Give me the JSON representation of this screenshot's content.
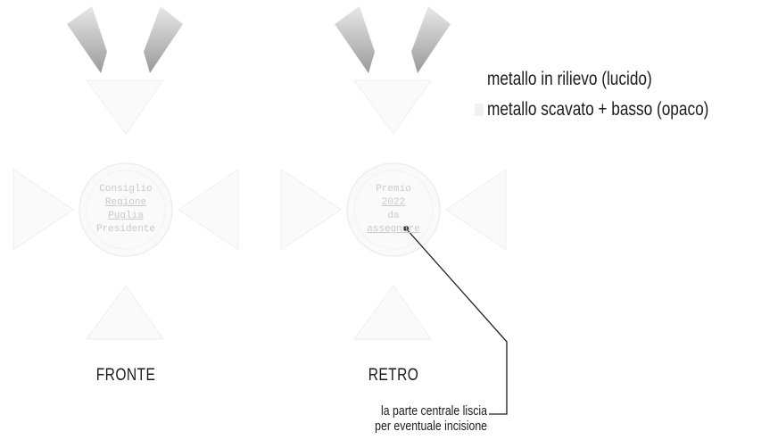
{
  "legend": {
    "items": [
      {
        "label": "metallo in rilievo (lucido)",
        "color": "#ffffff"
      },
      {
        "label": "metallo scavato + basso (opaco)",
        "color": "#f1f1f1"
      }
    ]
  },
  "medals": {
    "front": {
      "caption": "FRONTE",
      "engraving": [
        "Consiglio",
        "Regione",
        "Puglia",
        "Presidente"
      ]
    },
    "back": {
      "caption": "RETRO",
      "engraving": [
        "Premio",
        "2022",
        "da",
        "assegnare"
      ]
    }
  },
  "callout": {
    "line1": "la parte centrale liscia",
    "line2": "per eventuale incisione"
  },
  "colors": {
    "ribbon_light": "#e8e8e8",
    "ribbon_dark": "#9a9a9a",
    "medal_fill": "#fafafa",
    "medal_stroke": "#eeeeee",
    "leader_line": "#1b1b1b"
  }
}
